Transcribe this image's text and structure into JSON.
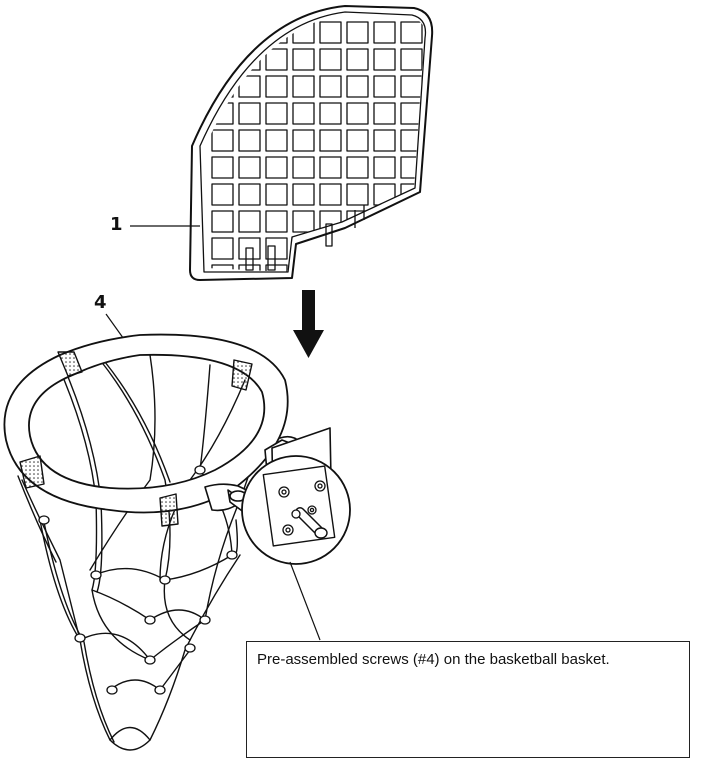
{
  "callouts": {
    "backboard_number": "1",
    "basket_number": "4"
  },
  "note": {
    "text": "Pre-assembled screws (#4) on the basketball basket."
  },
  "colors": {
    "line": "#111111",
    "background": "#ffffff"
  }
}
